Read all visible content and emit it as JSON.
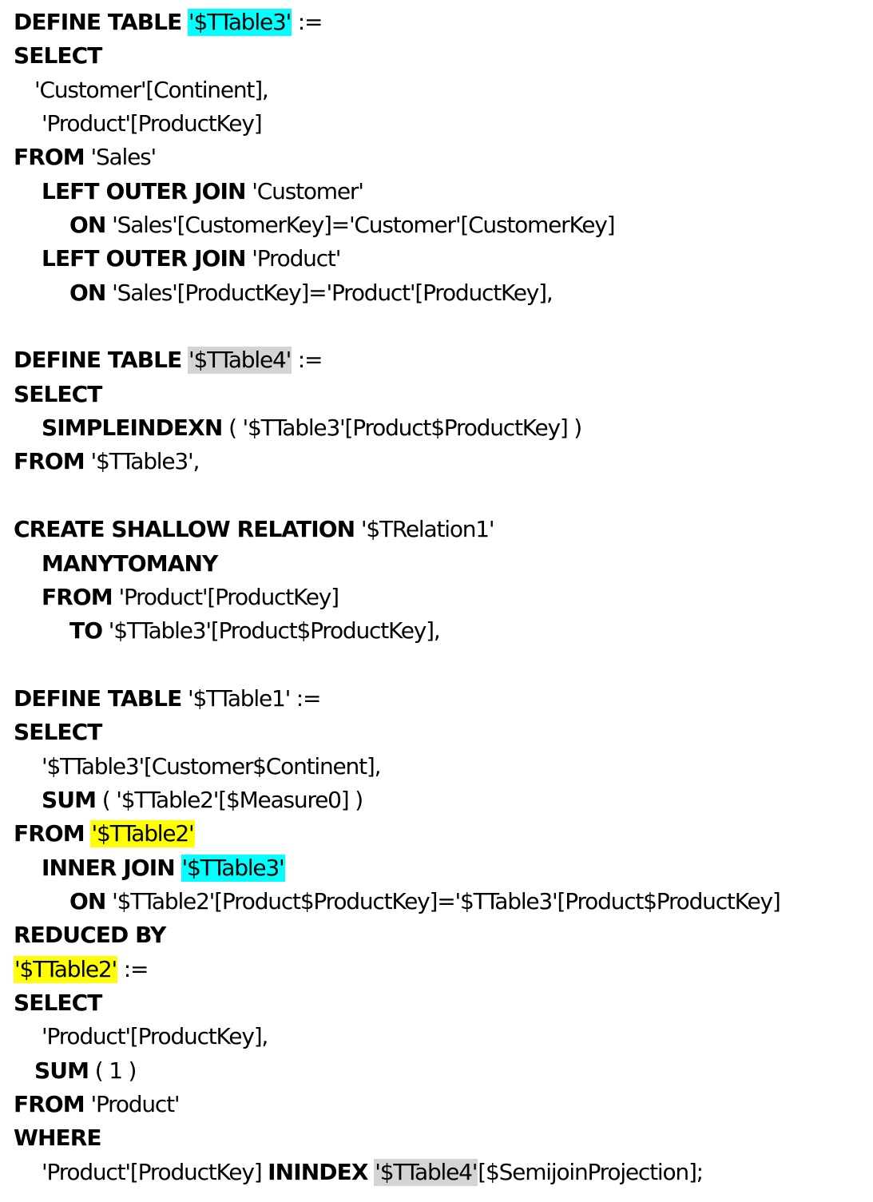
{
  "colors": {
    "cyan_highlight": "#00ffff",
    "yellow_highlight": "#ffff00",
    "gray_highlight": "#d4d4d4"
  },
  "lines": [
    {
      "indent": 0,
      "tokens": [
        {
          "t": "DEFINE TABLE",
          "k": true
        },
        {
          "t": " "
        },
        {
          "t": "'$TTable3'",
          "h": "cyan"
        },
        {
          "t": " :="
        }
      ]
    },
    {
      "indent": 0,
      "tokens": [
        {
          "t": "SELECT",
          "k": true
        }
      ]
    },
    {
      "indent": 26,
      "tokens": [
        {
          "t": "'Customer'[Continent],"
        }
      ]
    },
    {
      "indent": 35,
      "tokens": [
        {
          "t": "'Product'[ProductKey]"
        }
      ]
    },
    {
      "indent": 0,
      "tokens": [
        {
          "t": "FROM",
          "k": true
        },
        {
          "t": " 'Sales'"
        }
      ]
    },
    {
      "indent": 35,
      "tokens": [
        {
          "t": "LEFT OUTER JOIN",
          "k": true
        },
        {
          "t": " 'Customer'"
        }
      ]
    },
    {
      "indent": 70,
      "tokens": [
        {
          "t": "ON",
          "k": true
        },
        {
          "t": " 'Sales'[CustomerKey]='Customer'[CustomerKey]"
        }
      ]
    },
    {
      "indent": 35,
      "tokens": [
        {
          "t": "LEFT OUTER JOIN",
          "k": true
        },
        {
          "t": " 'Product'"
        }
      ]
    },
    {
      "indent": 70,
      "tokens": [
        {
          "t": "ON",
          "k": true
        },
        {
          "t": " 'Sales'[ProductKey]='Product'[ProductKey],"
        }
      ]
    },
    {
      "blank": true
    },
    {
      "indent": 0,
      "tokens": [
        {
          "t": "DEFINE TABLE",
          "k": true
        },
        {
          "t": " "
        },
        {
          "t": "'$TTable4'",
          "h": "gray"
        },
        {
          "t": " :="
        }
      ]
    },
    {
      "indent": 0,
      "tokens": [
        {
          "t": "SELECT",
          "k": true
        }
      ]
    },
    {
      "indent": 35,
      "tokens": [
        {
          "t": "SIMPLEINDEXN",
          "k": true
        },
        {
          "t": " ( '$TTable3'[Product$ProductKey] )"
        }
      ]
    },
    {
      "indent": 0,
      "tokens": [
        {
          "t": "FROM",
          "k": true
        },
        {
          "t": " '$TTable3',"
        }
      ]
    },
    {
      "blank": true
    },
    {
      "indent": 0,
      "tokens": [
        {
          "t": "CREATE SHALLOW RELATION",
          "k": true
        },
        {
          "t": " '$TRelation1'"
        }
      ]
    },
    {
      "indent": 35,
      "tokens": [
        {
          "t": "MANYTOMANY",
          "k": true
        }
      ]
    },
    {
      "indent": 35,
      "tokens": [
        {
          "t": "FROM",
          "k": true
        },
        {
          "t": " 'Product'[ProductKey]"
        }
      ]
    },
    {
      "indent": 70,
      "tokens": [
        {
          "t": "TO",
          "k": true
        },
        {
          "t": " '$TTable3'[Product$ProductKey],"
        }
      ]
    },
    {
      "blank": true
    },
    {
      "indent": 0,
      "tokens": [
        {
          "t": "DEFINE TABLE",
          "k": true
        },
        {
          "t": " '$TTable1' :="
        }
      ]
    },
    {
      "indent": 0,
      "tokens": [
        {
          "t": "SELECT",
          "k": true
        }
      ]
    },
    {
      "indent": 35,
      "tokens": [
        {
          "t": "'$TTable3'[Customer$Continent],"
        }
      ]
    },
    {
      "indent": 35,
      "tokens": [
        {
          "t": "SUM",
          "k": true
        },
        {
          "t": " ( '$TTable2'[$Measure0] )"
        }
      ]
    },
    {
      "indent": 0,
      "tokens": [
        {
          "t": "FROM",
          "k": true
        },
        {
          "t": " "
        },
        {
          "t": "'$TTable2'",
          "h": "yellow"
        }
      ]
    },
    {
      "indent": 35,
      "tokens": [
        {
          "t": "INNER JOIN",
          "k": true
        },
        {
          "t": " "
        },
        {
          "t": "'$TTable3'",
          "h": "cyan"
        }
      ]
    },
    {
      "indent": 70,
      "tokens": [
        {
          "t": "ON",
          "k": true
        },
        {
          "t": " '$TTable2'[Product$ProductKey]='$TTable3'[Product$ProductKey]"
        }
      ]
    },
    {
      "indent": 0,
      "tokens": [
        {
          "t": "REDUCED BY",
          "k": true
        }
      ]
    },
    {
      "indent": 0,
      "tokens": [
        {
          "t": "'$TTable2'",
          "h": "yellow"
        },
        {
          "t": " :="
        }
      ]
    },
    {
      "indent": 0,
      "tokens": [
        {
          "t": "SELECT",
          "k": true
        }
      ]
    },
    {
      "indent": 35,
      "tokens": [
        {
          "t": "'Product'[ProductKey],"
        }
      ]
    },
    {
      "indent": 26,
      "tokens": [
        {
          "t": "SUM",
          "k": true
        },
        {
          "t": " ( 1 )"
        }
      ]
    },
    {
      "indent": 0,
      "tokens": [
        {
          "t": "FROM",
          "k": true
        },
        {
          "t": " 'Product'"
        }
      ]
    },
    {
      "indent": 0,
      "tokens": [
        {
          "t": "WHERE",
          "k": true
        }
      ]
    },
    {
      "indent": 35,
      "tokens": [
        {
          "t": "'Product'[ProductKey] "
        },
        {
          "t": "ININDEX",
          "k": true
        },
        {
          "t": " "
        },
        {
          "t": "'$TTable4'",
          "h": "gray"
        },
        {
          "t": "[$SemijoinProjection];"
        }
      ]
    }
  ]
}
